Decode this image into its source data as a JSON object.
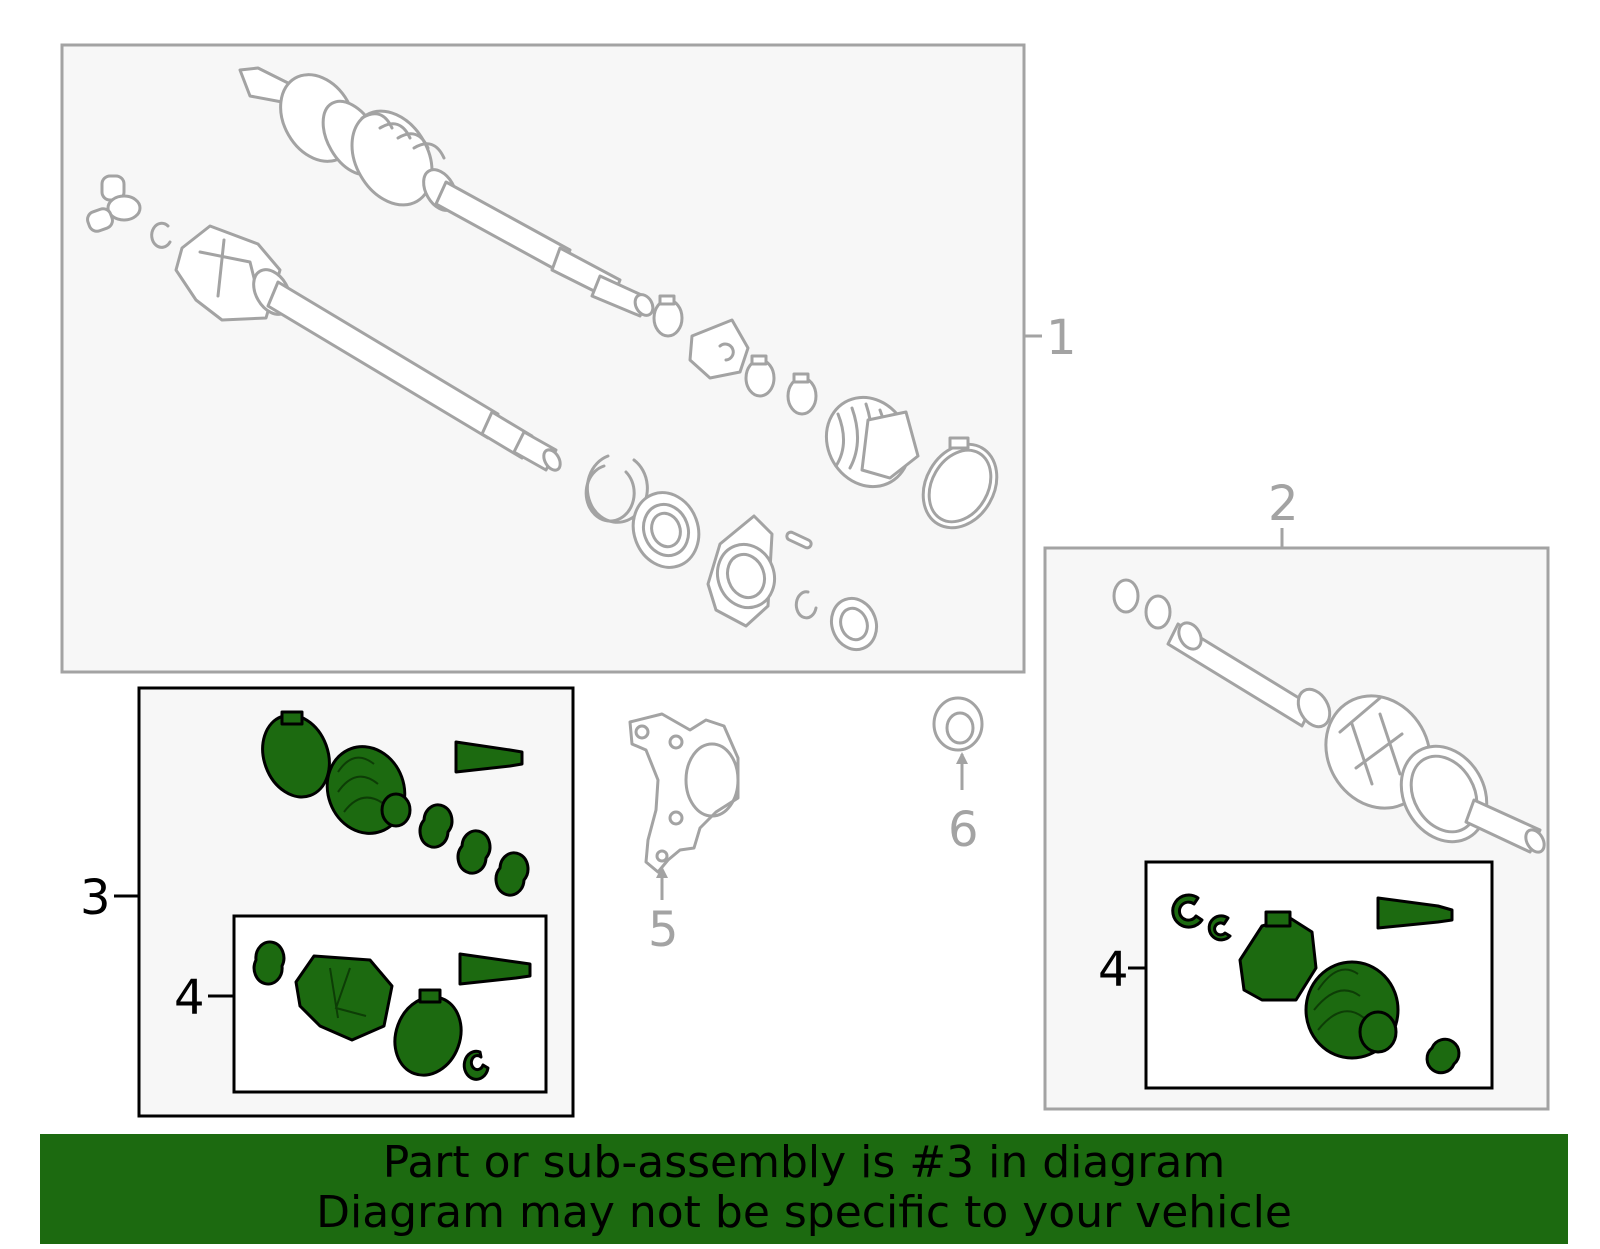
{
  "diagram": {
    "callouts": [
      "1",
      "2",
      "3",
      "4",
      "4",
      "5",
      "6"
    ],
    "highlighted_part": "3"
  },
  "banner": {
    "line1": "Part or sub-assembly is #3 in diagram",
    "line2": "Diagram may not be specific to your vehicle"
  },
  "colors": {
    "highlight_green": "#1c6a10",
    "line_gray": "#a3a3a3",
    "panel_gray": "#f7f7f7"
  }
}
